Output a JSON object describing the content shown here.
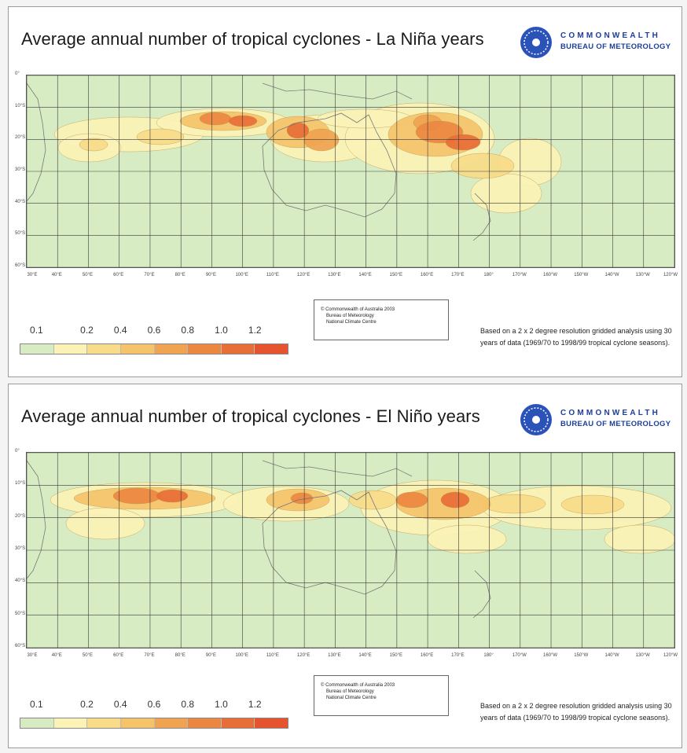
{
  "panels": [
    {
      "title": "Average annual number of tropical cyclones - La Niña years",
      "logo": {
        "line1": "COMMONWEALTH",
        "line2": "BUREAU OF METEOROLOGY"
      },
      "copyright": {
        "line1": "© Commonwealth of Australia 2003",
        "line2": "Bureau of Meteorology",
        "line3": "National Climate Centre"
      },
      "note": "Based on a 2 x 2 degree resolution gridded analysis using 30 years of data (1969/70 to 1998/99 tropical cyclone seasons)."
    },
    {
      "title": "Average annual number of tropical cyclones - El Niño years",
      "logo": {
        "line1": "COMMONWEALTH",
        "line2": "BUREAU OF METEOROLOGY"
      },
      "copyright": {
        "line1": "© Commonwealth of Australia 2003",
        "line2": "Bureau of Meteorology",
        "line3": "National Climate Centre"
      },
      "note": "Based on a 2 x 2 degree resolution gridded analysis using 30 years of data (1969/70 to 1998/99 tropical cyclone seasons)."
    }
  ],
  "legend": {
    "labels": [
      "0.1",
      "0.2",
      "0.4",
      "0.6",
      "0.8",
      "1.0",
      "1.2"
    ],
    "colors": [
      "#d8ecc4",
      "#fbf3b6",
      "#f8dc8a",
      "#f5c46a",
      "#f0a351",
      "#ec8742",
      "#e86e38",
      "#e5532f"
    ]
  },
  "map": {
    "lat_labels": [
      "0°",
      "10°S",
      "20°S",
      "30°S",
      "40°S",
      "50°S",
      "60°S"
    ],
    "lon_labels": [
      "30°E",
      "40°E",
      "50°E",
      "60°E",
      "70°E",
      "80°E",
      "90°E",
      "100°E",
      "110°E",
      "120°E",
      "130°E",
      "140°E",
      "150°E",
      "160°E",
      "170°E",
      "180°",
      "170°W",
      "160°W",
      "150°W",
      "140°W",
      "130°W",
      "120°W"
    ],
    "colors": {
      "ocean": "#d8ecc4",
      "grid": "#3a3a3a",
      "coast": "#777777"
    }
  }
}
